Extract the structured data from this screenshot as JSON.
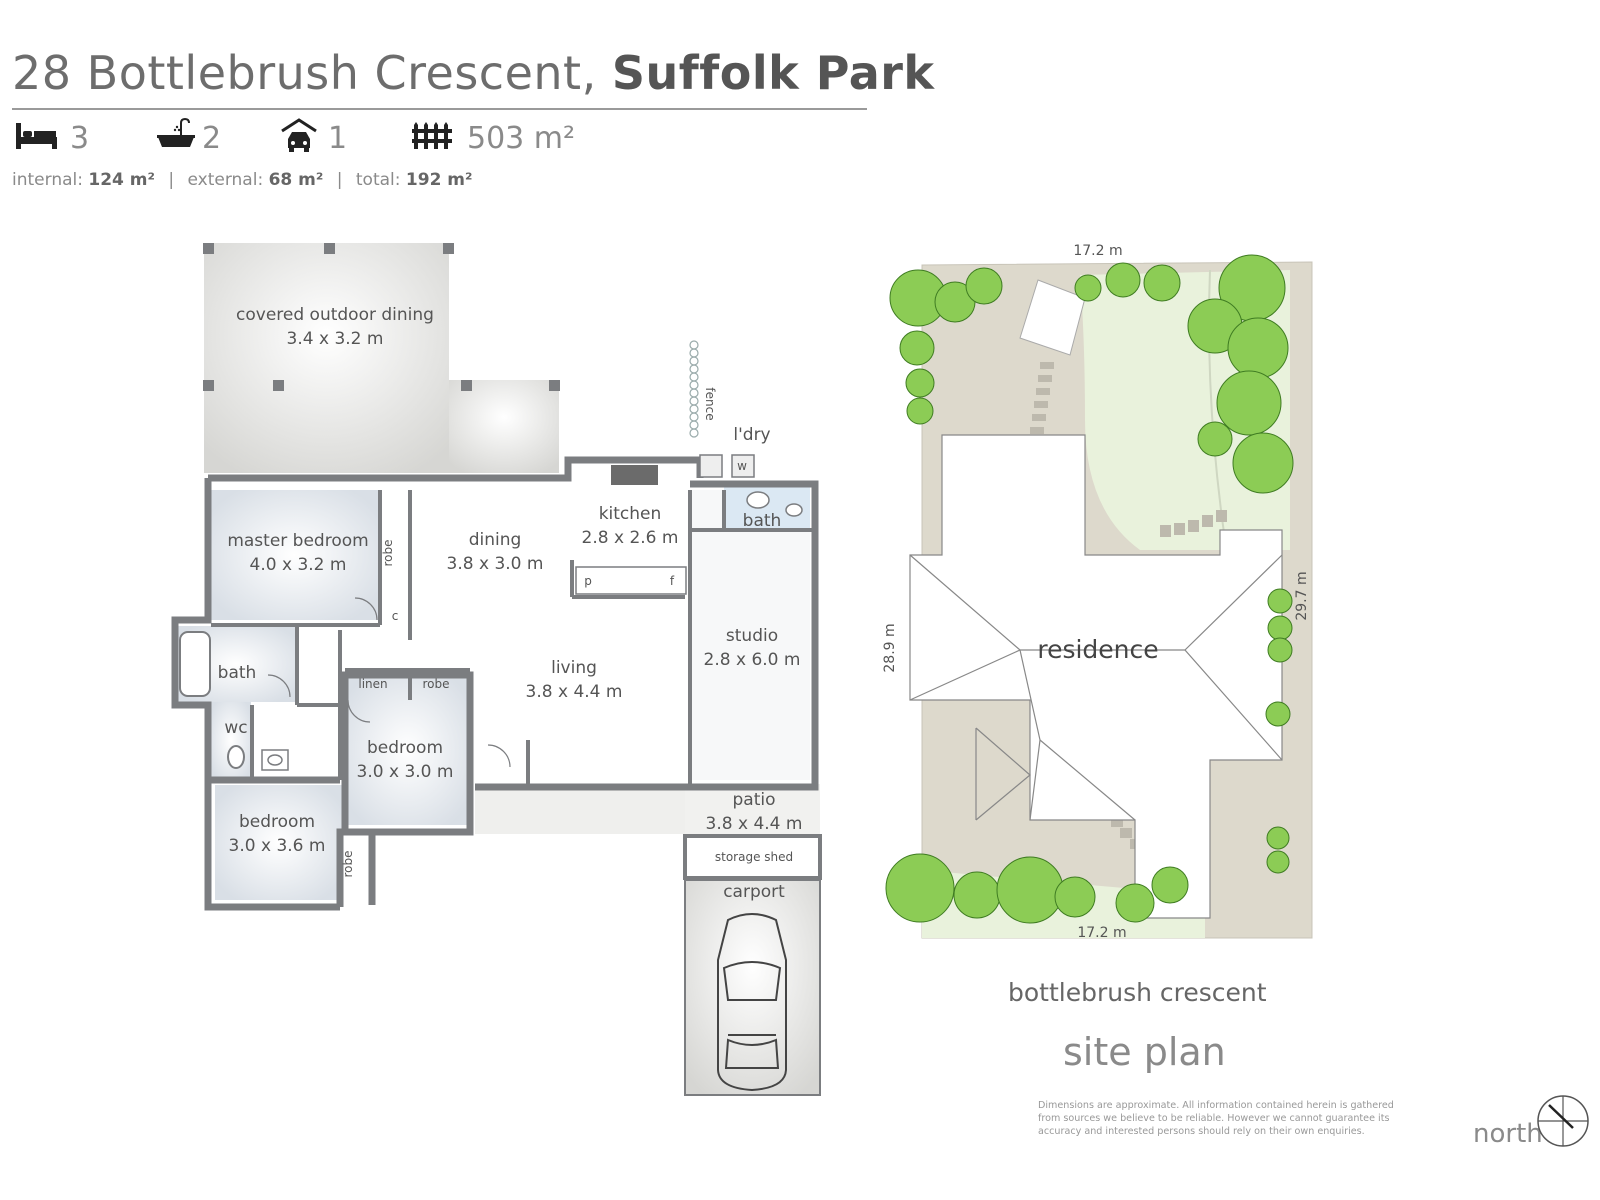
{
  "header": {
    "address": "28 Bottlebrush Crescent,",
    "suburb": "Suffolk Park",
    "beds": "3",
    "baths": "2",
    "cars": "1",
    "land": "503 m²",
    "internal_label": "internal:",
    "internal_value": "124 m²",
    "external_label": "external:",
    "external_value": "68 m²",
    "total_label": "total:",
    "total_value": "192 m²",
    "separator": "|"
  },
  "floorplan": {
    "covered_outdoor": {
      "name": "covered outdoor dining",
      "size": "3.4 x 3.2 m"
    },
    "master_bedroom": {
      "name": "master bedroom",
      "size": "4.0 x 3.2 m"
    },
    "dining": {
      "name": "dining",
      "size": "3.8 x 3.0 m"
    },
    "kitchen": {
      "name": "kitchen",
      "size": "2.8 x 2.6 m"
    },
    "laundry": "l'dry",
    "bath_upper": "bath",
    "studio": {
      "name": "studio",
      "size": "2.8 x 6.0 m"
    },
    "living": {
      "name": "living",
      "size": "3.8 x 4.4 m"
    },
    "bath_left": "bath",
    "wc": "wc",
    "linen": "linen",
    "robe": "robe",
    "robe_master": "robe",
    "robe_bed3": "robe",
    "c": "c",
    "p": "p",
    "f": "f",
    "w": "w",
    "fence": "fence",
    "bedroom2": {
      "name": "bedroom",
      "size": "3.0 x 3.0 m"
    },
    "bedroom3": {
      "name": "bedroom",
      "size": "3.0 x 3.6 m"
    },
    "patio": {
      "name": "patio",
      "size": "3.8 x 4.4 m"
    },
    "storage_shed": "storage shed",
    "carport": "carport"
  },
  "siteplan": {
    "top_dim": "17.2 m",
    "bottom_dim": "17.2 m",
    "left_dim": "28.9 m",
    "right_dim": "29.7 m",
    "residence": "residence",
    "street": "bottlebrush crescent",
    "title": "site plan"
  },
  "footer": {
    "disclaimer": "Dimensions are approximate.  All information contained herein is gathered from sources we believe to be reliable.  However we cannot guarantee its accuracy and interested persons should rely on their own enquiries.",
    "north": "north"
  },
  "colors": {
    "wall": "#7b7d80",
    "lawn": "#eaf2dc",
    "tree": "#8ccc55",
    "path": "#dcd8cc"
  }
}
